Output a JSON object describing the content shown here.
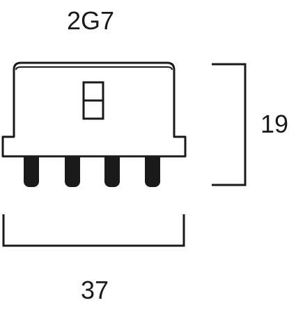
{
  "base_name": "2G7",
  "dimensions": {
    "height": "19",
    "width": "37"
  },
  "pin_count": 4,
  "colors": {
    "line": "#1a1a1a",
    "background": "#ffffff"
  }
}
